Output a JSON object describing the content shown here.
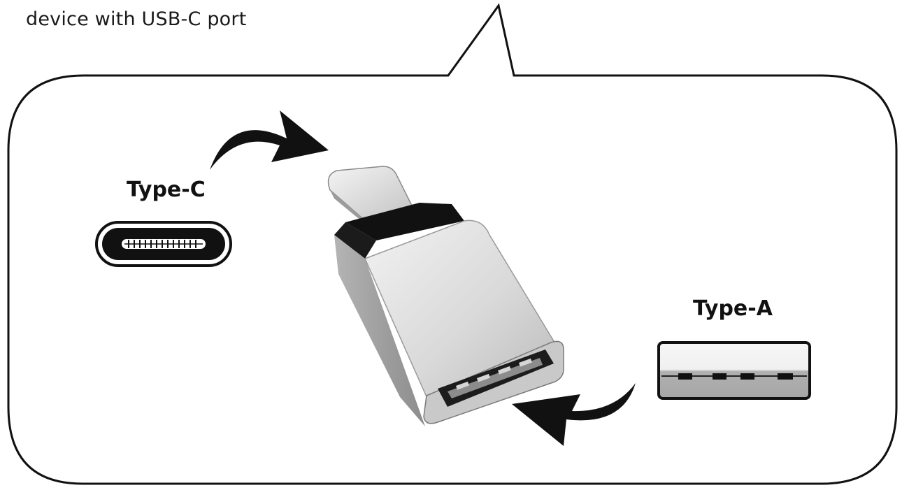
{
  "caption": "device with USB-C port",
  "labels": {
    "type_c": "Type-C",
    "type_a": "Type-A"
  },
  "colors": {
    "outline": "#111111",
    "metal_light": "#dcdcdc",
    "metal_dark": "#9a9a9a",
    "port_fill": "#a8a8a8"
  },
  "icons": {
    "type_c_port": "usb-c-port-icon",
    "type_a_port": "usb-a-port-icon",
    "adapter": "usb-c-to-usb-a-adapter",
    "arrow_into_adapter": "curved-arrow-right-icon",
    "arrow_into_port": "curved-arrow-left-icon"
  }
}
